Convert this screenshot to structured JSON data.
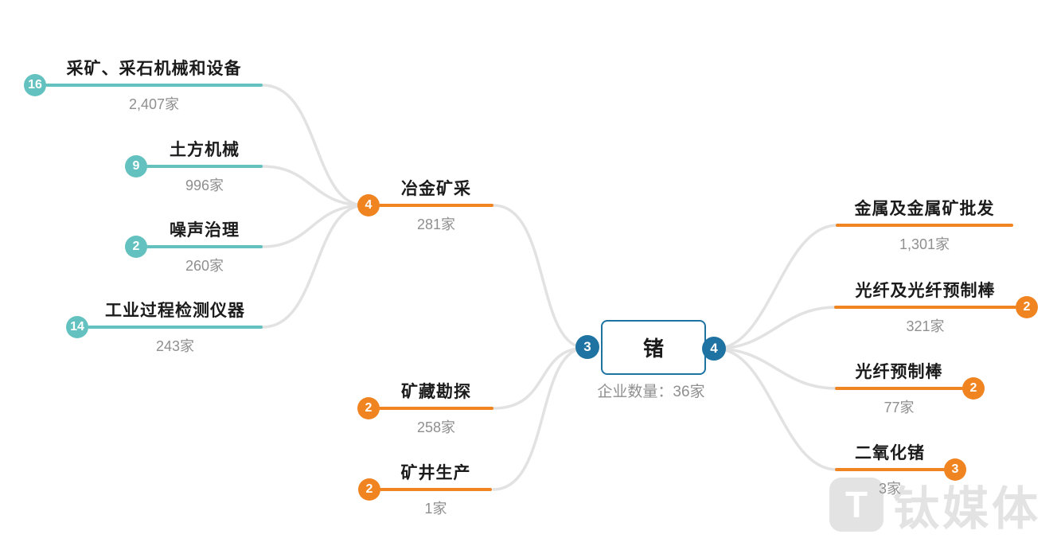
{
  "colors": {
    "teal": "#63c2bf",
    "orange": "#f08421",
    "blue": "#1e73a2",
    "connector": "#e2e2e2",
    "watermark": "#e3e3e3"
  },
  "center": {
    "label": "锗",
    "caption": "企业数量：36家",
    "left_badge": "3",
    "right_badge": "4"
  },
  "left_level2": [
    {
      "badge": "16",
      "label": "采矿、采石机械和设备",
      "count": "2,407家"
    },
    {
      "badge": "9",
      "label": "土方机械",
      "count": "996家"
    },
    {
      "badge": "2",
      "label": "噪声治理",
      "count": "260家"
    },
    {
      "badge": "14",
      "label": "工业过程检测仪器",
      "count": "243家"
    }
  ],
  "left_level1": [
    {
      "badge": "4",
      "label": "冶金矿采",
      "count": "281家"
    },
    {
      "badge": "2",
      "label": "矿藏勘探",
      "count": "258家"
    },
    {
      "badge": "2",
      "label": "矿井生产",
      "count": "1家"
    }
  ],
  "right_level1": [
    {
      "badge": "",
      "label": "金属及金属矿批发",
      "count": "1,301家"
    },
    {
      "badge": "2",
      "label": "光纤及光纤预制棒",
      "count": "321家"
    },
    {
      "badge": "2",
      "label": "光纤预制棒",
      "count": "77家"
    },
    {
      "badge": "3",
      "label": "二氧化锗",
      "count": "3家"
    }
  ],
  "watermark": {
    "logo_letter": "T",
    "text": "钛媒体"
  }
}
